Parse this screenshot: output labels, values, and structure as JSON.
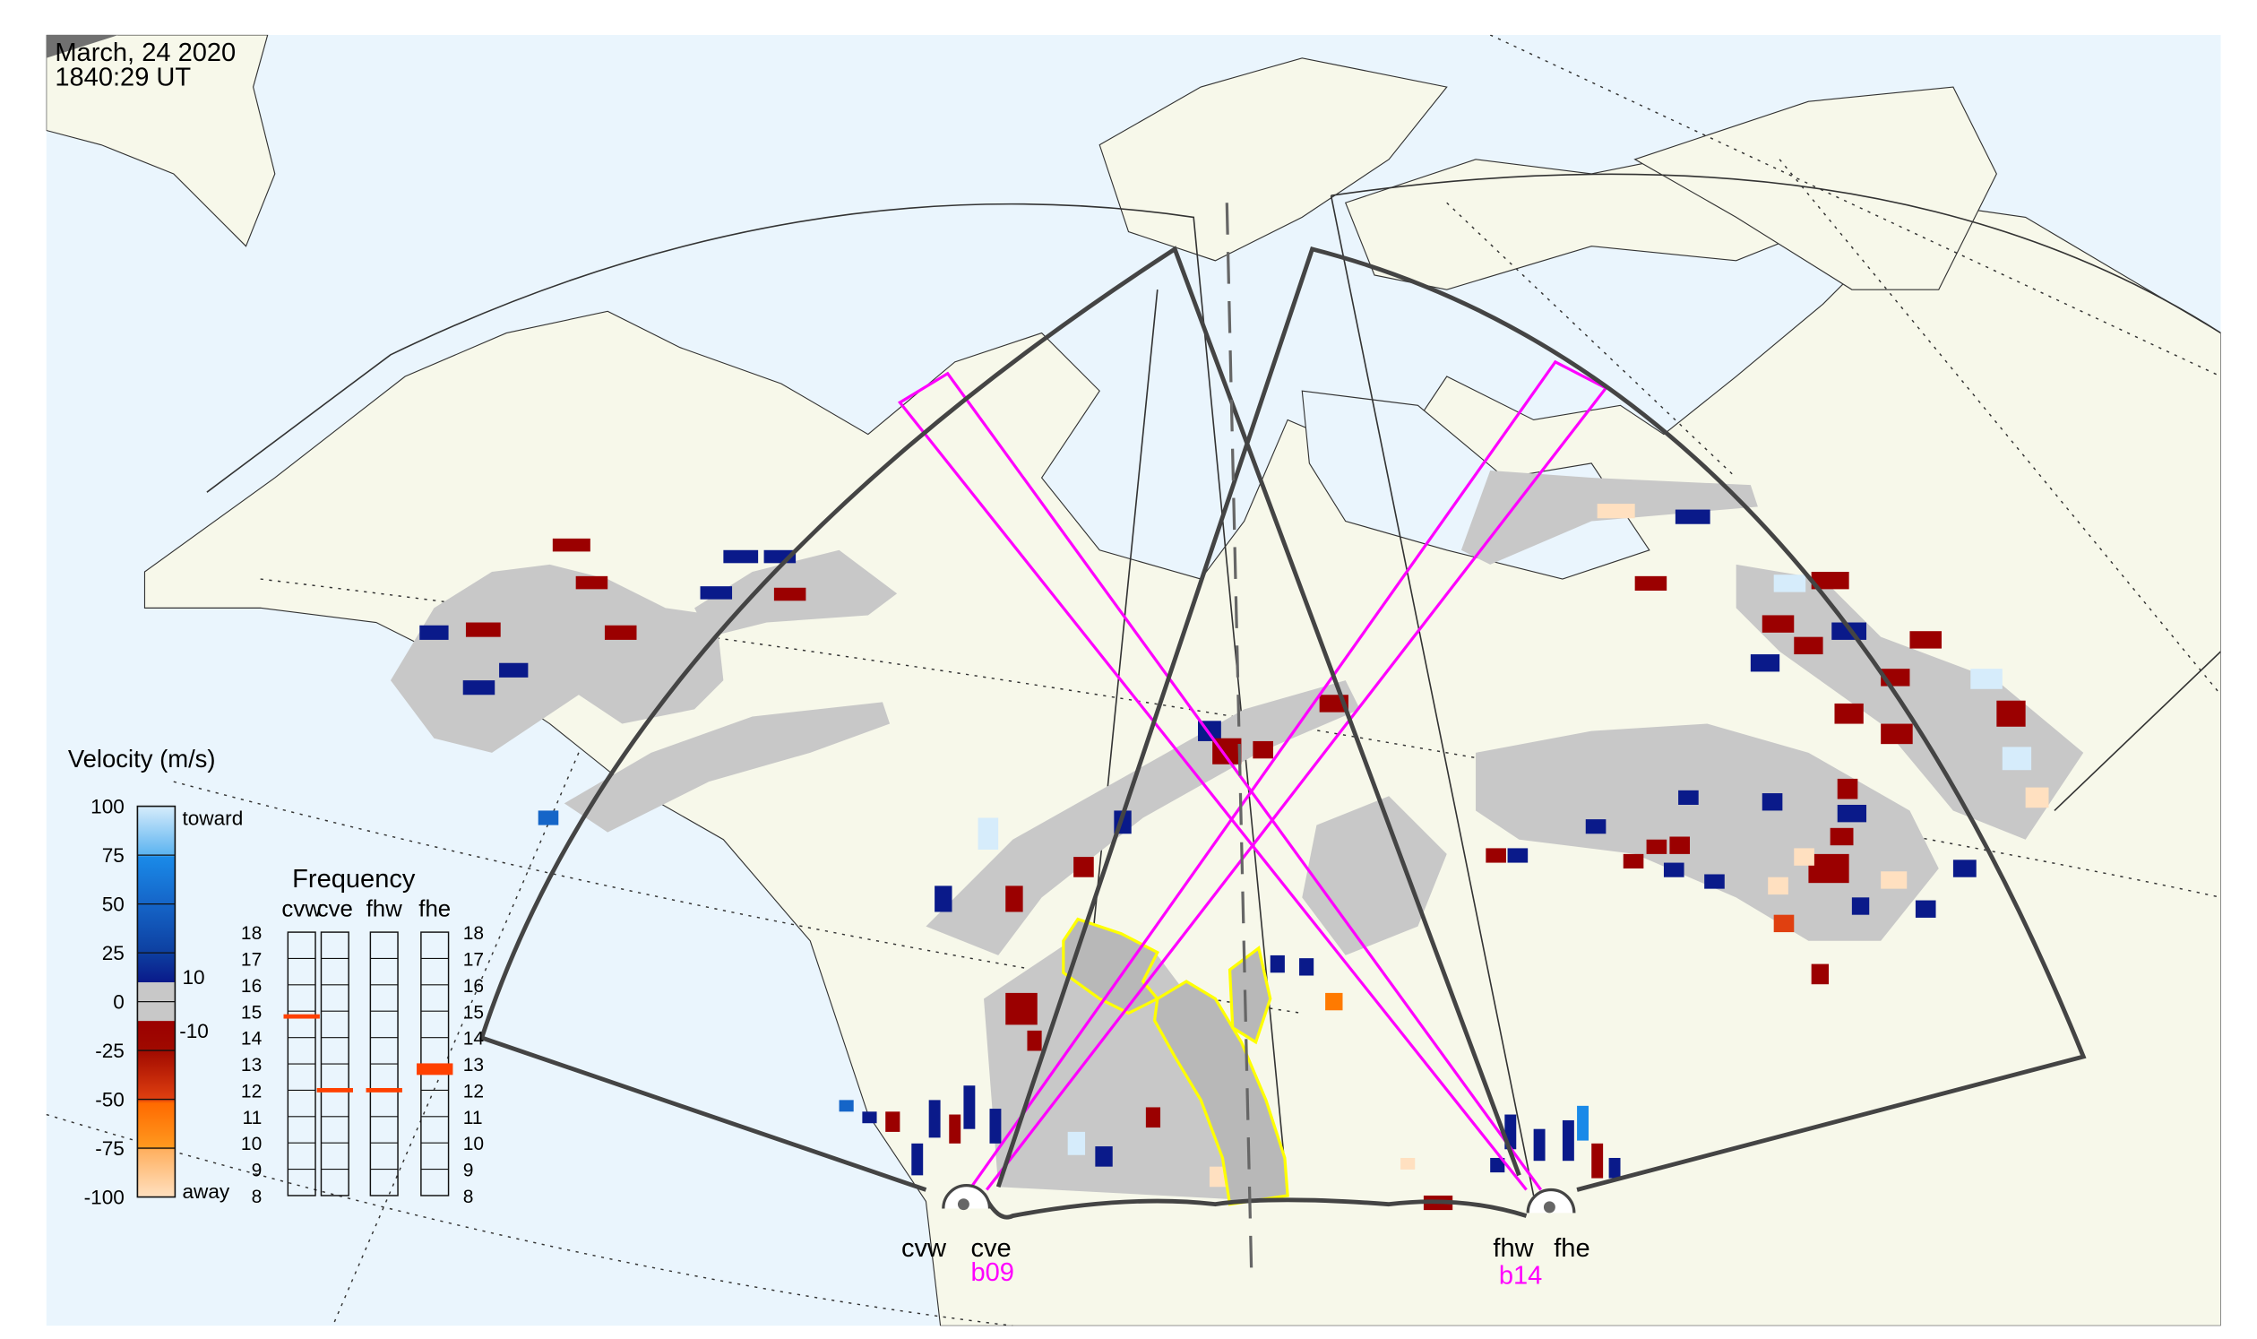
{
  "header": {
    "date": "March, 24 2020",
    "time": "1840:29 UT"
  },
  "velocity_legend": {
    "title": "Velocity (m/s)",
    "ticks": [
      "100",
      "75",
      "50",
      "25",
      "0",
      "-25",
      "-50",
      "-75",
      "-100"
    ],
    "toward_label": "toward",
    "away_label": "away",
    "ground_scatter_upper": "10",
    "ground_scatter_lower": "-10",
    "colors": {
      "toward_light": "#d6ecfb",
      "toward_mid": "#1a8ae8",
      "toward_dark": "#0a1a8a",
      "ground_scatter": "#c8c8c8",
      "away_dark": "#9b0000",
      "away_mid": "#ff7a00",
      "away_light": "#ffe0c0"
    }
  },
  "frequency_panel": {
    "title": "Frequency",
    "radars": [
      "cvw",
      "cve",
      "fhw",
      "fhe"
    ],
    "ticks": [
      "18",
      "17",
      "16",
      "15",
      "14",
      "13",
      "12",
      "11",
      "10",
      "9",
      "8"
    ],
    "frequencies_mhz": {
      "cvw": 14.8,
      "cve": 12.0,
      "fhw": 12.0,
      "fhe": 12.8
    },
    "marker_color": "#ff4000"
  },
  "sites": {
    "cv": {
      "west": "cvw",
      "east": "cve",
      "beam": "b09"
    },
    "fh": {
      "west": "fhw",
      "east": "fhe",
      "beam": "b14"
    }
  },
  "colors": {
    "ocean": "#eaf5fd",
    "land": "#f7f8ea",
    "beam": "#ff00ff",
    "highlight": "#ffff00",
    "fov": "#444444"
  }
}
